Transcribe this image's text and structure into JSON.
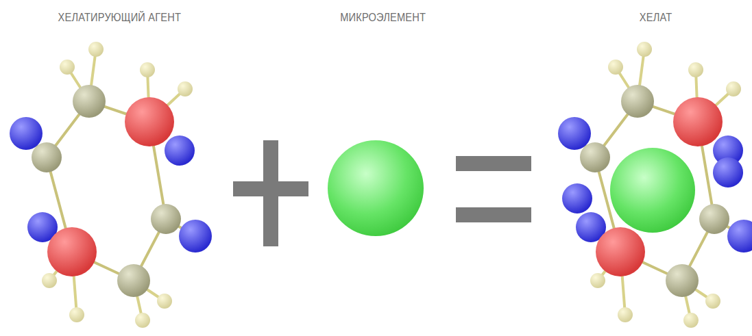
{
  "diagram": {
    "labels": [
      "ХЕЛАТИРУЮЩИЙ АГЕНТ",
      "МИКРОЭЛЕМЕНТ",
      "ХЕЛАТ"
    ]
  }
}
